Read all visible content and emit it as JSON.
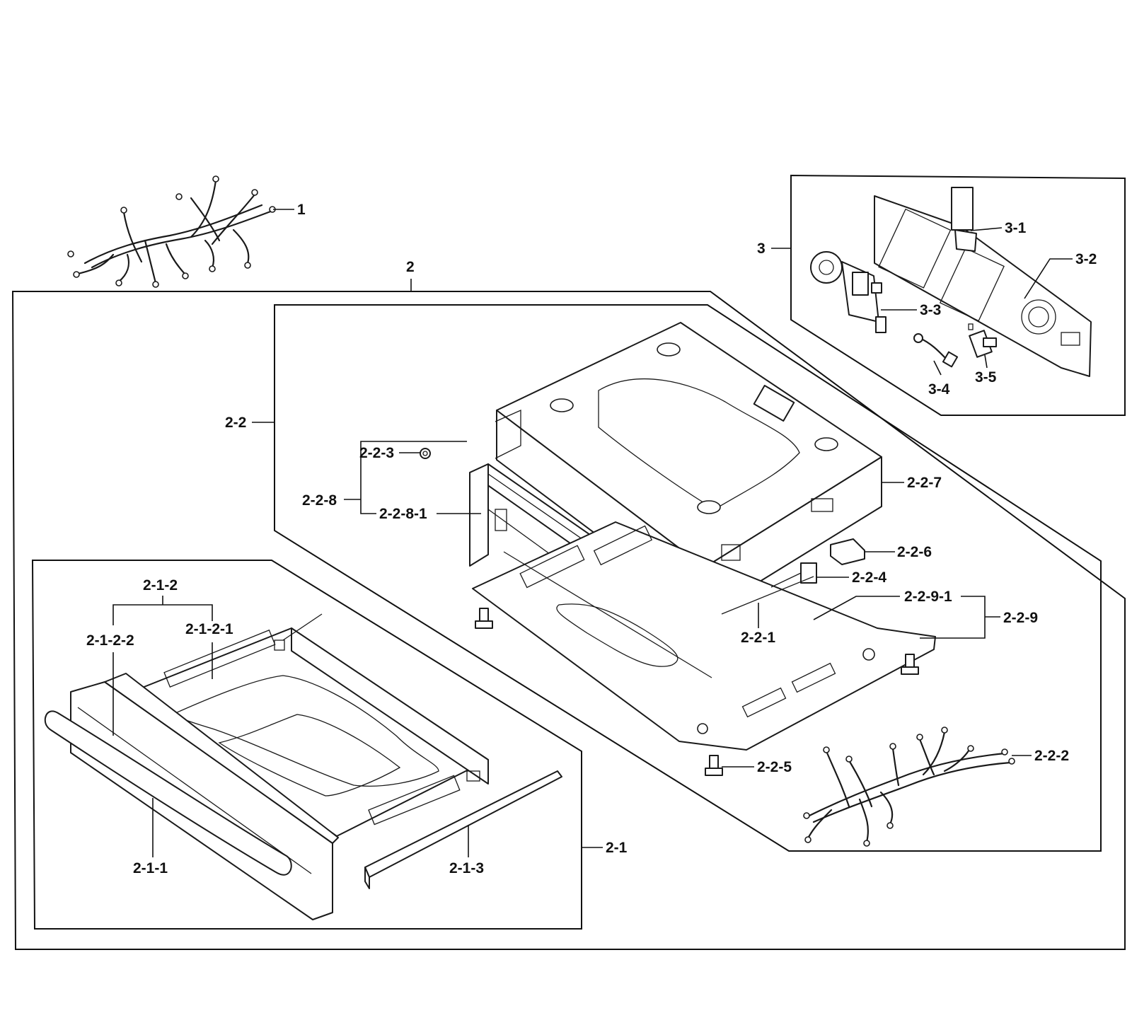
{
  "labels": {
    "l1": "1",
    "l2": "2",
    "l2_1": "2-1",
    "l2_1_1": "2-1-1",
    "l2_1_2": "2-1-2",
    "l2_1_2_1": "2-1-2-1",
    "l2_1_2_2": "2-1-2-2",
    "l2_1_3": "2-1-3",
    "l2_2": "2-2",
    "l2_2_1": "2-2-1",
    "l2_2_2": "2-2-2",
    "l2_2_3": "2-2-3",
    "l2_2_4": "2-2-4",
    "l2_2_5": "2-2-5",
    "l2_2_6": "2-2-6",
    "l2_2_7": "2-2-7",
    "l2_2_8": "2-2-8",
    "l2_2_8_1": "2-2-8-1",
    "l2_2_9": "2-2-9",
    "l2_2_9_1": "2-2-9-1",
    "l3": "3",
    "l3_1": "3-1",
    "l3_2": "3-2",
    "l3_3": "3-3",
    "l3_4": "3-4",
    "l3_5": "3-5"
  },
  "colors": {
    "ink": "#111111",
    "paper": "#ffffff"
  }
}
